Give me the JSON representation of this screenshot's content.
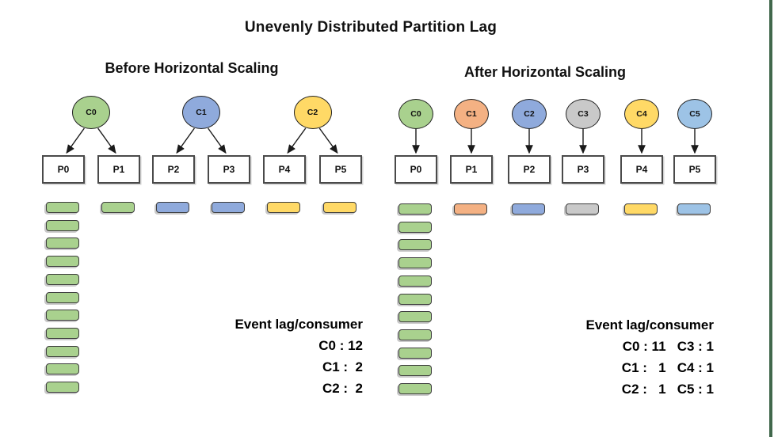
{
  "title": "Unevenly Distributed Partition Lag",
  "colors": {
    "green": "#a9d18e",
    "blue": "#8faadc",
    "yellow": "#ffd966",
    "orange": "#f4b183",
    "gray": "#c9c9c9",
    "lightblue": "#9dc3e6",
    "edge_strip": "#41684c",
    "arrow": "#1a1a1a"
  },
  "panels": [
    {
      "id": "before",
      "heading": "Before Horizontal Scaling",
      "consumers": [
        {
          "label": "C0",
          "color": "green",
          "partitions": [
            0,
            1
          ]
        },
        {
          "label": "C1",
          "color": "blue",
          "partitions": [
            2,
            3
          ]
        },
        {
          "label": "C2",
          "color": "yellow",
          "partitions": [
            4,
            5
          ]
        }
      ],
      "partitions": [
        {
          "label": "P0",
          "lag_color": "green",
          "lag_count": 11
        },
        {
          "label": "P1",
          "lag_color": "green",
          "lag_count": 1
        },
        {
          "label": "P2",
          "lag_color": "blue",
          "lag_count": 1
        },
        {
          "label": "P3",
          "lag_color": "blue",
          "lag_count": 1
        },
        {
          "label": "P4",
          "lag_color": "yellow",
          "lag_count": 1
        },
        {
          "label": "P5",
          "lag_color": "yellow",
          "lag_count": 1
        }
      ],
      "summary": {
        "heading": "Event lag/consumer",
        "rows": [
          "C0 : 12",
          "C1 :  2",
          "C2 :  2"
        ]
      }
    },
    {
      "id": "after",
      "heading": "After Horizontal Scaling",
      "consumers": [
        {
          "label": "C0",
          "color": "green",
          "partitions": [
            0
          ]
        },
        {
          "label": "C1",
          "color": "orange",
          "partitions": [
            1
          ]
        },
        {
          "label": "C2",
          "color": "blue",
          "partitions": [
            2
          ]
        },
        {
          "label": "C3",
          "color": "gray",
          "partitions": [
            3
          ]
        },
        {
          "label": "C4",
          "color": "yellow",
          "partitions": [
            4
          ]
        },
        {
          "label": "C5",
          "color": "lightblue",
          "partitions": [
            5
          ]
        }
      ],
      "partitions": [
        {
          "label": "P0",
          "lag_color": "green",
          "lag_count": 11
        },
        {
          "label": "P1",
          "lag_color": "orange",
          "lag_count": 1
        },
        {
          "label": "P2",
          "lag_color": "blue",
          "lag_count": 1
        },
        {
          "label": "P3",
          "lag_color": "gray",
          "lag_count": 1
        },
        {
          "label": "P4",
          "lag_color": "yellow",
          "lag_count": 1
        },
        {
          "label": "P5",
          "lag_color": "lightblue",
          "lag_count": 1
        }
      ],
      "summary": {
        "heading": "Event lag/consumer",
        "rows": [
          "C0 : 11   C3 : 1",
          "C1 :   1   C4 : 1",
          "C2 :   1   C5 : 1"
        ]
      }
    }
  ]
}
